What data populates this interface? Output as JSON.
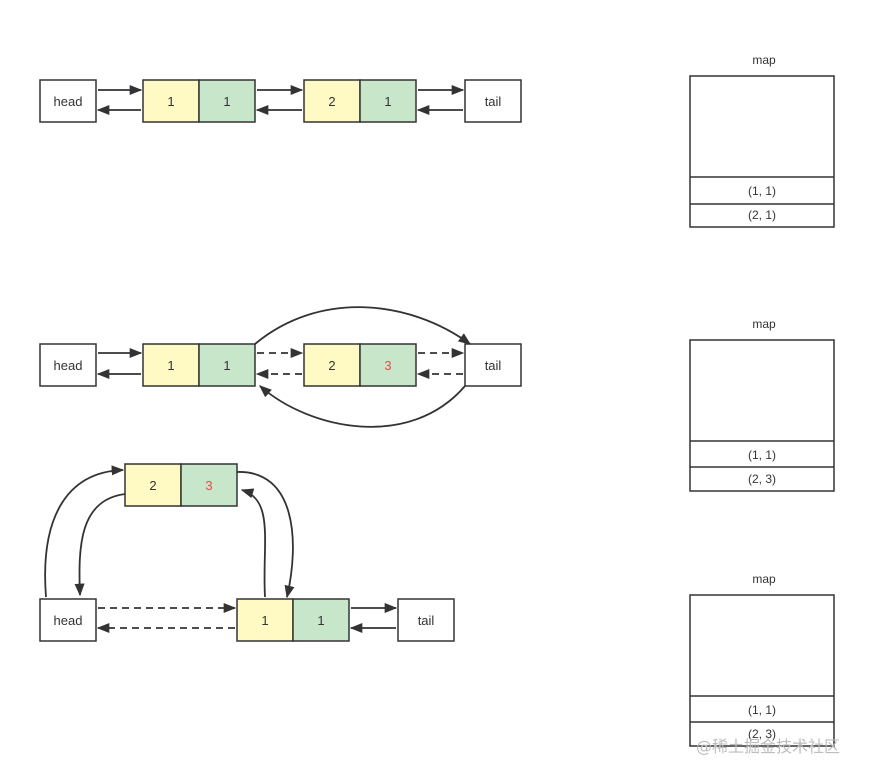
{
  "colors": {
    "key_fill": "#fff9c4",
    "value_fill": "#c8e6c9",
    "stroke": "#333333",
    "highlight_text": "#d9534f",
    "watermark": "#bdbdbd"
  },
  "labels": {
    "head": "head",
    "tail": "tail",
    "map": "map"
  },
  "diagram_1": {
    "node_a": {
      "key": "1",
      "value": "1"
    },
    "node_b": {
      "key": "2",
      "value": "1"
    },
    "map_entries": [
      "(1, 1)",
      "(2, 1)"
    ]
  },
  "diagram_2": {
    "node_a": {
      "key": "1",
      "value": "1"
    },
    "node_b": {
      "key": "2",
      "value": "3"
    },
    "map_entries": [
      "(1, 1)",
      "(2, 3)"
    ]
  },
  "diagram_3": {
    "node_moved": {
      "key": "2",
      "value": "3"
    },
    "node_a": {
      "key": "1",
      "value": "1"
    },
    "map_entries": [
      "(1, 1)",
      "(2, 3)"
    ]
  },
  "watermark_text": "@稀土掘金技术社区"
}
